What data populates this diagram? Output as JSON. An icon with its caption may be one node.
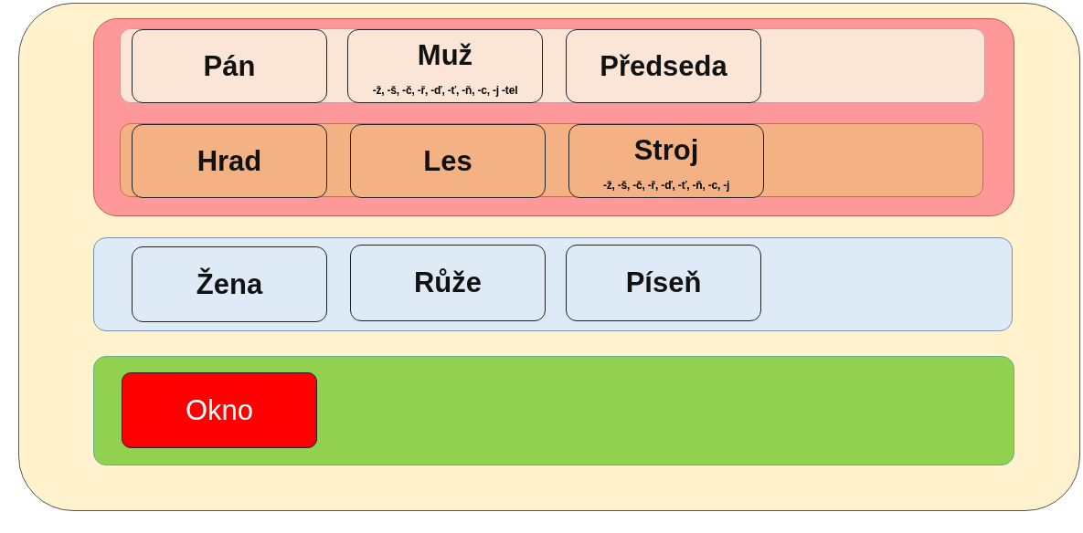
{
  "diagram": {
    "nodes": [
      {
        "text": [],
        "shape": "box"
      },
      {
        "text": [],
        "shape": "box",
        "in": 0
      },
      {
        "text": [],
        "shape": "box",
        "in": 1
      },
      {
        "text": [
          "Pán"
        ],
        "in": 2
      },
      {
        "text": [
          "Muž",
          "-ž, -š, -č, -ř, -ď, -ť, -ň, -c, -j -tel"
        ],
        "in": 2
      },
      {
        "text": [
          "Předseda"
        ],
        "in": 2
      },
      {
        "text": [],
        "shape": "box",
        "in": 1
      },
      {
        "text": [
          "Hrad"
        ],
        "in": 6
      },
      {
        "text": [
          "Les"
        ],
        "in": 6
      },
      {
        "text": [
          "Stroj",
          "-ž, -š, -č, -ř, -ď, -ť, -ň, -c, -j"
        ],
        "in": 6
      },
      {
        "text": [],
        "shape": "box",
        "in": 0
      },
      {
        "text": [
          "Žena"
        ],
        "in": 10
      },
      {
        "text": [
          "Růže"
        ],
        "in": 10
      },
      {
        "text": [
          "Píseň"
        ],
        "in": 10
      },
      {
        "text": [],
        "shape": "box",
        "in": 0
      },
      {
        "text": [
          "Okno"
        ],
        "in": 14
      }
    ]
  }
}
